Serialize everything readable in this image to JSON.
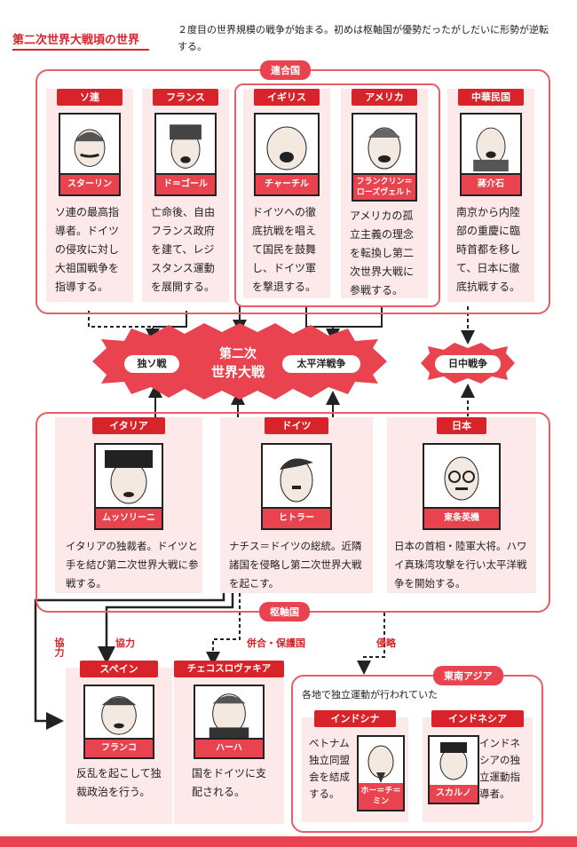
{
  "header": {
    "title": "第二次世界大戦頃の世界",
    "intro": "２度目の世界規模の戦争が始まる。初めは枢軸国が優勢だったがしだいに形勢が逆転する。"
  },
  "allies": {
    "label": "連合国",
    "cards": [
      {
        "country": "ソ連",
        "person": "スターリン",
        "desc": "ソ連の最高指導者。ドイツの侵攻に対し大祖国戦争を指導する。"
      },
      {
        "country": "フランス",
        "person": "ド＝ゴール",
        "desc": "亡命後、自由フランス政府を建て、レジスタンス運動を展開する。"
      },
      {
        "country": "イギリス",
        "person": "チャーチル",
        "desc": "ドイツへの徹底抗戦を唱えて国民を鼓舞し、ドイツ軍を撃退する。"
      },
      {
        "country": "アメリカ",
        "person": "フランクリン＝ローズヴェルト",
        "desc": "アメリカの孤立主義の理念を転換し第二次世界大戦に参戦する。"
      },
      {
        "country": "中華民国",
        "person": "蔣介石",
        "desc": "南京から内陸部の重慶に臨時首都を移して、日本に徹底抗戦する。"
      }
    ]
  },
  "wars": {
    "main_line1": "第二次",
    "main_line2": "世界大戦",
    "left": "独ソ戦",
    "right": "太平洋戦争",
    "sino": "日中戦争"
  },
  "axis": {
    "label": "枢軸国",
    "cards": [
      {
        "country": "イタリア",
        "person": "ムッソリーニ",
        "desc": "イタリアの独裁者。ドイツと手を結び第二次世界大戦に参戦する。"
      },
      {
        "country": "ドイツ",
        "person": "ヒトラー",
        "desc": "ナチス＝ドイツの総統。近隣諸国を侵略し第二次世界大戦を起こす。"
      },
      {
        "country": "日本",
        "person": "東条英機",
        "desc": "日本の首相・陸軍大将。ハワイ真珠湾攻撃を行い太平洋戦争を開始する。"
      }
    ]
  },
  "relations": {
    "cooperation": "協力",
    "cooperation2": "協力",
    "annex": "併合・保護国",
    "invasion": "侵略"
  },
  "bottom": {
    "spain": {
      "country": "スペイン",
      "person": "フランコ",
      "desc": "反乱を起こして独裁政治を行う。"
    },
    "czech": {
      "country": "チェコスロヴァキア",
      "person": "ハーハ",
      "desc": "国をドイツに支配される。"
    },
    "sea": {
      "label": "東南アジア",
      "note": "各地で独立運動が行われていた",
      "indochina": {
        "country": "インドシナ",
        "person": "ホー＝チ＝ミン",
        "desc": "ベトナム独立同盟会を結成する。"
      },
      "indonesia": {
        "country": "インドネシア",
        "person": "スカルノ",
        "desc": "インドネシアの独立運動指導者。"
      }
    }
  }
}
